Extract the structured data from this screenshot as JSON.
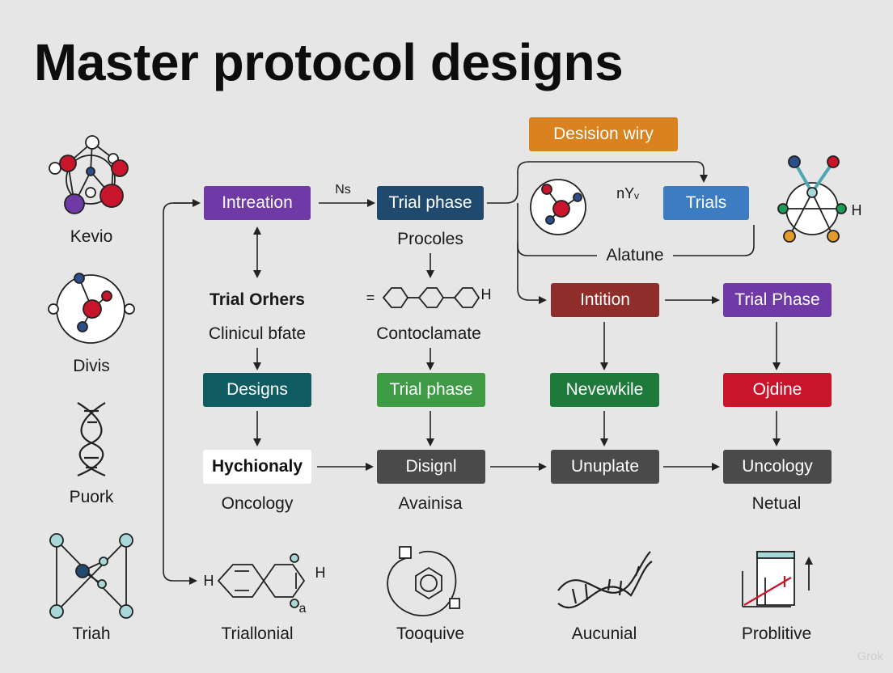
{
  "title": "Master protocol designs",
  "colors": {
    "purple": "#6f3aa6",
    "navy": "#1f4a6e",
    "orange": "#d9821f",
    "blue": "#3d7cc0",
    "maroon": "#8f2d2b",
    "teal": "#0f5d63",
    "green": "#3f9b45",
    "dark_green": "#1d7a3a",
    "red": "#c8152b",
    "gray": "#4a4a4a"
  },
  "boxes": {
    "intreation": "Intreation",
    "trial_phase_top": "Trial phase",
    "desision_wiry": "Desision wiry",
    "trials": "Trials",
    "intition": "Intition",
    "trial_phase_right": "Trial Phase",
    "designs": "Designs",
    "trial_phase_mid": "Trial phase",
    "nevewkile": "Nevewkile",
    "ojdine": "Ojdine",
    "hychionaly": "Hychionaly",
    "disignl": "Disignl",
    "unuplate": "Unuplate",
    "uncology": "Uncology"
  },
  "labels": {
    "kevio": "Kevio",
    "divis": "Divis",
    "puork": "Puork",
    "triah": "Triah",
    "procoles": "Procoles",
    "alatune": "Alatune",
    "trial_orhers": "Trial Orhers",
    "clinicul_bfate": "Clinicul bfate",
    "contoclamate": "Contoclamate",
    "oncology": "Oncology",
    "avainisa": "Avainisa",
    "netual": "Netual",
    "triallonial": "Triallonial",
    "tooquive": "Tooquive",
    "aucunial": "Aucunial",
    "problitive": "Problitive",
    "ns": "Ns",
    "nyv": "nYᵥ",
    "eq": "=",
    "h_right_icon": "H",
    "h_chain": "H",
    "h_left_ring": "H",
    "h_right_ring": "H",
    "a_ring": "a"
  },
  "watermark": "Grok"
}
